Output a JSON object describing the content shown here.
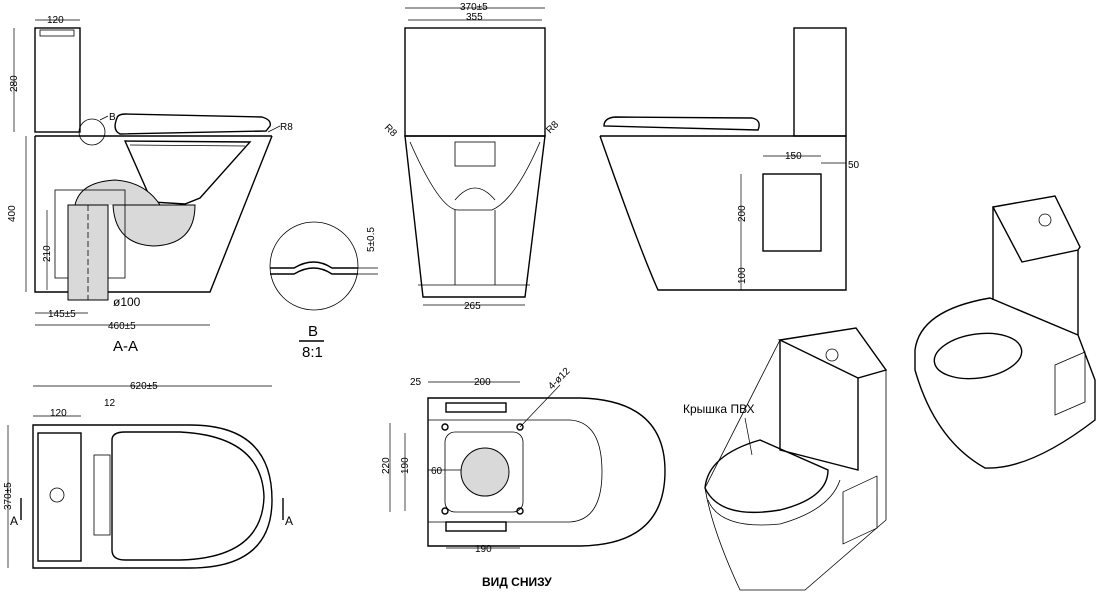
{
  "section_view": {
    "dims": {
      "tank_width": "120",
      "tank_height": "280",
      "total_height": "400",
      "outlet_height": "210",
      "outlet_diameter": "ø100",
      "outlet_offset": "145±5",
      "depth": "460±5",
      "radius": "R8",
      "detail_ref": "B"
    },
    "label": "A-A"
  },
  "front_view": {
    "dims": {
      "width_outer": "370±5",
      "width_inner": "355",
      "base_width": "265",
      "radius_left": "R8",
      "radius_right": "R8"
    }
  },
  "side_view": {
    "dims": {
      "panel_width": "150",
      "panel_offset": "50",
      "panel_height": "200",
      "panel_bottom": "100"
    }
  },
  "detail_b": {
    "dims": {
      "thickness": "5±0.5"
    },
    "label_top": "B",
    "label_bottom": "8:1"
  },
  "top_view": {
    "dims": {
      "total_length": "620±5",
      "tank_depth": "120",
      "gap": "12",
      "width": "370±5"
    },
    "section_marks": [
      "A",
      "A"
    ]
  },
  "bottom_view": {
    "dims": {
      "offset": "25",
      "hole_spacing_x": "200",
      "holes": "4-ø12",
      "span_y": "220",
      "hole_spacing_y": "190",
      "outlet_offset": "60",
      "slot_spacing": "190"
    },
    "caption": "ВИД СНИЗУ"
  },
  "iso_view": {
    "callout": "Крышка ПВХ"
  }
}
